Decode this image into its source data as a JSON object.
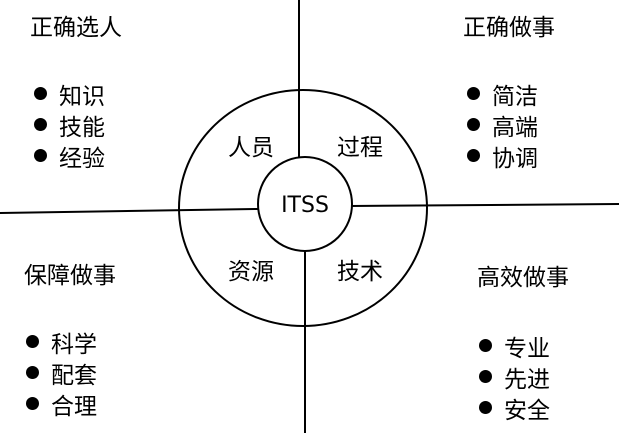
{
  "quadrants": {
    "top_left": {
      "title": "正确选人",
      "items": [
        "知识",
        "技能",
        "经验"
      ]
    },
    "top_right": {
      "title": "正确做事",
      "items": [
        "简洁",
        "高端",
        "协调"
      ]
    },
    "bottom_left": {
      "title": "保障做事",
      "items": [
        "科学",
        "配套",
        "合理"
      ]
    },
    "bottom_right": {
      "title": "高效做事",
      "items": [
        "专业",
        "先进",
        "安全"
      ]
    }
  },
  "circle": {
    "center_label": "ITSS",
    "sectors": {
      "top_left": "人员",
      "top_right": "过程",
      "bottom_left": "资源",
      "bottom_right": "技术"
    }
  },
  "colors": {
    "line": "#000000",
    "text": "#000000",
    "background": "#ffffff"
  }
}
